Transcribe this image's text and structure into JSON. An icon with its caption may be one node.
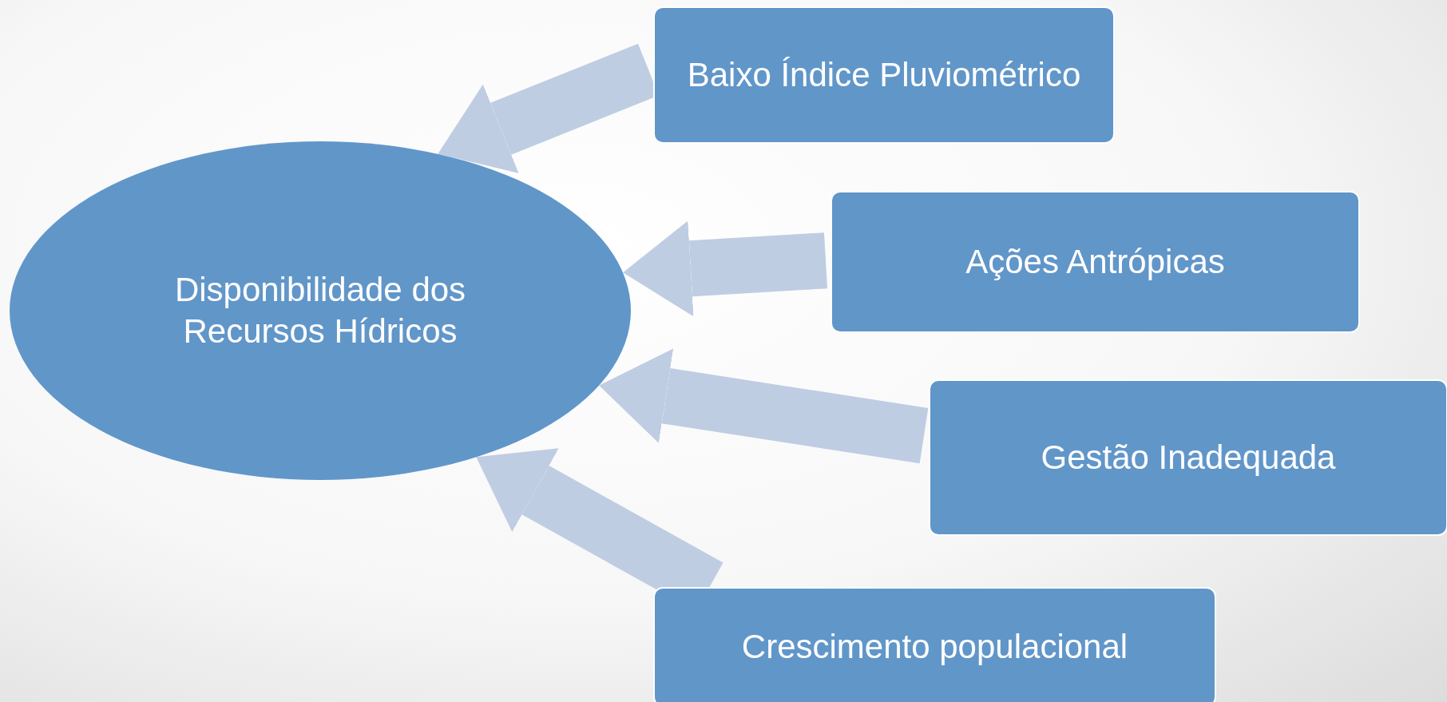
{
  "diagram": {
    "nodes": [
      {
        "text": [
          "Disponibilidade dos Recursos Hídricos"
        ]
      },
      {
        "text": [
          "Baixo Índice Pluviométrico"
        ]
      },
      {
        "text": [
          "Ações Antrópicas"
        ]
      },
      {
        "text": [
          "Gestão Inadequada"
        ]
      },
      {
        "text": [
          "Crescimento populacional"
        ]
      }
    ],
    "edges": [
      {
        "from": 1,
        "to": 0,
        "arrow": "to"
      },
      {
        "from": 2,
        "to": 0,
        "arrow": "to"
      },
      {
        "from": 3,
        "to": 0,
        "arrow": "to"
      },
      {
        "from": 4,
        "to": 0,
        "arrow": "to"
      }
    ]
  }
}
